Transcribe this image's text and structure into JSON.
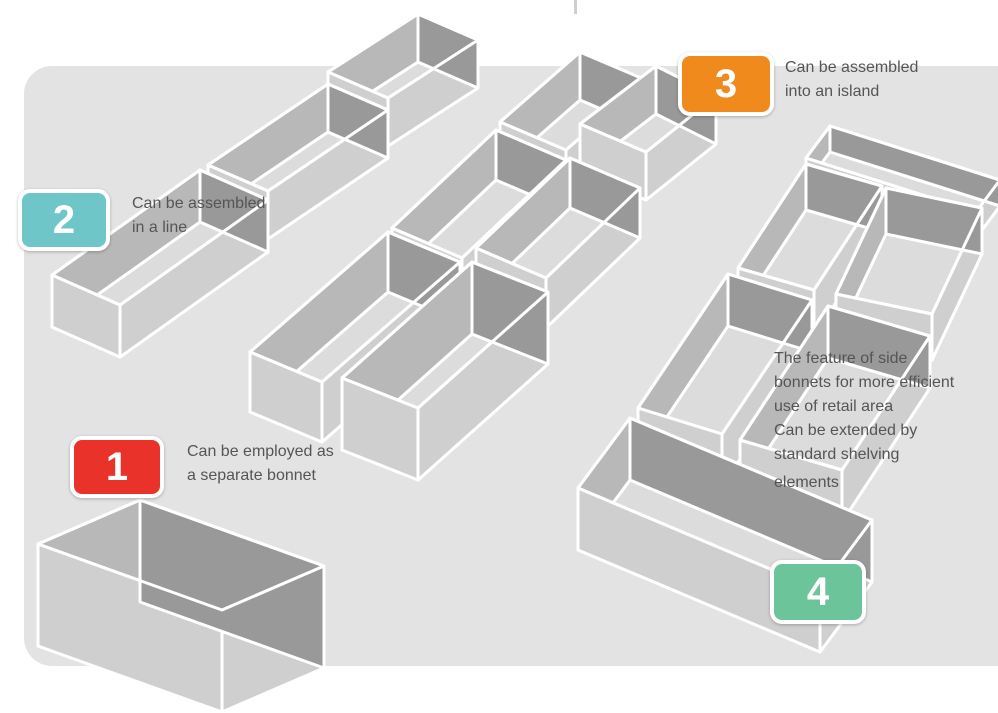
{
  "colors": {
    "panel": "#e3e3e3",
    "box_side": "#cfcfcf",
    "box_inner": "#b8b8b8",
    "box_floor": "#dcdcdc",
    "box_dark": "#999999",
    "badge_1": "#e8322a",
    "badge_2": "#6fc6c9",
    "badge_3": "#f08a1c",
    "badge_4": "#6cc49b"
  },
  "badges": [
    {
      "number": "1",
      "color": "#e8322a"
    },
    {
      "number": "2",
      "color": "#6fc6c9"
    },
    {
      "number": "3",
      "color": "#f08a1c"
    },
    {
      "number": "4",
      "color": "#6cc49b"
    }
  ],
  "captions": {
    "c1": [
      "Can be employed as",
      "a separate bonnet"
    ],
    "c2": [
      "Can be assembled",
      "in a line"
    ],
    "c3": [
      "Can be assembled",
      "into an island"
    ],
    "c4": [
      "The feature of side",
      "bonnets for more efficient",
      "use of retail area",
      "Can be extended by",
      "standard shelving",
      "elements"
    ]
  }
}
